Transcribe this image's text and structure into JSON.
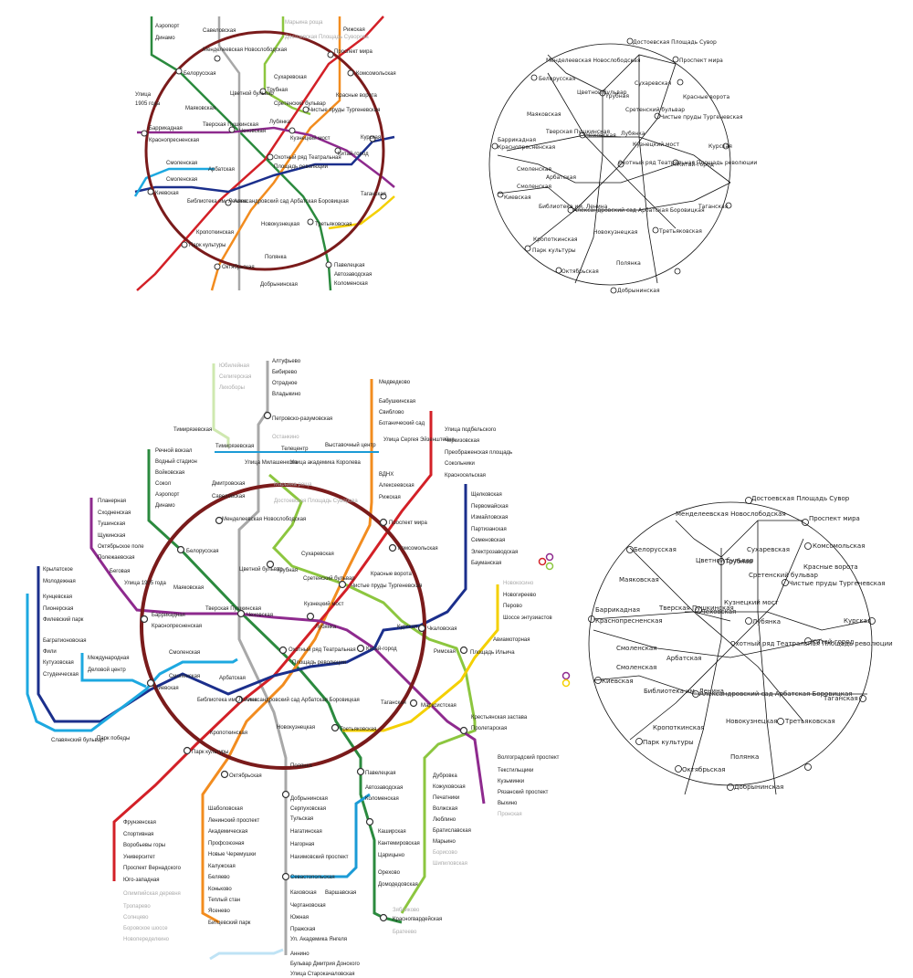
{
  "colors": {
    "ring": "#7a1b1b",
    "red": "#d32027",
    "green": "#2b8a3e",
    "blue": "#1b2f8c",
    "lightblue": "#1da8e0",
    "orange": "#f28c1f",
    "violet": "#8e2a8e",
    "yellow": "#f4d000",
    "gray": "#a8a8a8",
    "lightgreen": "#8cc63f",
    "teal": "#1b9bd6",
    "palegreen": "#cfe8b0",
    "paleblue": "#bfe3f5",
    "sketch": "#111111"
  },
  "icons": [
    "interchange-circle-icon",
    "rings-logo-icon"
  ],
  "top_left_map": {
    "labels": [
      "Аэропорт",
      "Динамо",
      "Савеловская",
      "Менделеевская Новослободская",
      "Марьина роща",
      "Достоевская Площадь Суворова",
      "Рижская",
      "Проспект мира",
      "Комсомольская",
      "Белорусская",
      "Сухаревская",
      "Цветной бульвар",
      "Трубная",
      "Маяковская",
      "Сретенский бульвар",
      "Красные ворота",
      "Чистые пруды Тургеневская",
      "Баррикадная",
      "Краснопресненская",
      "Тверская Пушкинская",
      "Чеховская",
      "Лубянка",
      "Кузнецкий мост",
      "Курская",
      "Китай-город",
      "Охотный ряд Театральная",
      "Площадь революции",
      "Смоленская",
      "Арбатская",
      "Смоленская",
      "Киевская",
      "Библиотека им. Ленина",
      "Александровский сад Арбатская Боровицкая",
      "Таганская",
      "Новокузнецкая",
      "Третьяковская",
      "Кропоткинская",
      "Парк культуры",
      "Октябрьская",
      "Полянка",
      "Павелецкая",
      "Автозаводская",
      "Коломенская",
      "Добрынинская",
      "1905 года",
      "Улица"
    ]
  },
  "top_right_sketch": {
    "labels": [
      "Достоевская Площадь Сувор",
      "Проспект мира",
      "Менделеевская Новослободская",
      "Белорусская",
      "Сухаревская",
      "Цветной бульвар",
      "Трубная",
      "Сретенский бульвар",
      "Красные ворота",
      "Чистые пруды Тургеневская",
      "Маяковская",
      "Тверская Пушкинская",
      "Чеховская",
      "Лубянка",
      "Кузнецкий мост",
      "Курская",
      "Баррикадная",
      "Краснопресненская",
      "Охотный ряд Театральная Площадь революции",
      "Китай-город",
      "Смоленская",
      "Арбатская",
      "Смоленская",
      "Киевская",
      "Библиотека им. Ленина",
      "Александровский сад Арбатская Боровицкая",
      "Таганская",
      "Кропоткинская",
      "Новокузнецкая",
      "Третьяковская",
      "Парк культуры",
      "Полянка",
      "Октябрьская",
      "Добрынинская"
    ]
  },
  "main_map": {
    "north": [
      "Юбилейная",
      "Селигерская",
      "Лихоборы",
      "Алтуфьево",
      "Бибирево",
      "Отрадное",
      "Владыкино",
      "Медведково",
      "Бабушкинская",
      "Свиблово",
      "Ботанический сад",
      "Тимирязевская",
      "Петровско-разумовская",
      "Останкино",
      "Выставочный центр",
      "Улица подбельского",
      "Черкизовская",
      "Преображенская площадь",
      "Сокольники",
      "Красносельская",
      "Речной вокзал",
      "Водный стадион",
      "Войковская",
      "Сокол",
      "Аэропорт",
      "Динамо",
      "Тимирязевская",
      "Телецентр",
      "Улица Милашенкова",
      "Улица академика Королева",
      "Улица Сергея Эйзенштейна",
      "ВДНХ",
      "Алексеевская",
      "Рижская",
      "Дмитровская",
      "Савеловская",
      "Марьина роща",
      "Достоевская Площадь Суворова"
    ],
    "west": [
      "Планерная",
      "Сходненская",
      "Тушинская",
      "Щукинская",
      "Октябрьское поле",
      "Полежаевская",
      "Беговая",
      "Улица 1905 года",
      "Крылатское",
      "Молодежная",
      "Кунцевская",
      "Пионерская",
      "Филевский парк",
      "Багратионовская",
      "Фили",
      "Кутузовская",
      "Студенческая",
      "Международная",
      "Деловой центр",
      "Славянский бульвар",
      "Парк победы"
    ],
    "east": [
      "Щелковская",
      "Первомайская",
      "Измайловская",
      "Партизанская",
      "Семеновская",
      "Электрозаводская",
      "Бауманская",
      "Новокосино",
      "Новогиреево",
      "Перово",
      "Шоссе энтузиастов",
      "Авиамоторная",
      "Площадь Ильича",
      "Римская",
      "Крестьянская застава",
      "Пролетарская",
      "Волгоградский проспект",
      "Текстильщики",
      "Кузьминки",
      "Рязанский проспект",
      "Выхино",
      "Пронская",
      "Дубровка",
      "Кожуховская",
      "Печатники",
      "Волжская",
      "Люблино",
      "Братиславская",
      "Марьино",
      "Борисово",
      "Шипиловская",
      "Зябликово",
      "Красногвардейская",
      "Братеево"
    ],
    "center": [
      "Менделеевская Новослободская",
      "Проспект мира",
      "Комсомольская",
      "Белорусская",
      "Сухаревская",
      "Цветной бульвар",
      "Трубная",
      "Маяковская",
      "Сретенский бульвар",
      "Красные ворота",
      "Чистые пруды Тургеневская",
      "Баррикадная",
      "Краснопресненская",
      "Тверская Пушкинская",
      "Чеховская",
      "Кузнецкий мост",
      "Лубянка",
      "Курская",
      "Чкаловская",
      "Охотный ряд Театральная",
      "Площадь революции",
      "Китай-город",
      "Смоленская",
      "Арбатская",
      "Смоленская",
      "Киевская",
      "Библиотека им. Ленина",
      "Александровский сад Арбатская Боровицкая",
      "Таганская",
      "Марксистская",
      "Новокузнецкая",
      "Третьяковская",
      "Кропоткинская",
      "Парк культуры",
      "Октябрьская",
      "Полянка",
      "Добрынинская",
      "Серпуховская",
      "Павелецкая",
      "Автозаводская",
      "Коломенская"
    ],
    "south": [
      "Фрунзенская",
      "Спортивная",
      "Воробьевы горы",
      "Университет",
      "Проспект Вернадского",
      "Юго-западная",
      "Олимпийская деревня",
      "Тропарево",
      "Солнцево",
      "Боровское шоссе",
      "Новопеределкино",
      "Шаболовская",
      "Ленинский проспект",
      "Академическая",
      "Профсоюзная",
      "Новые Черемушки",
      "Калужская",
      "Беляево",
      "Коньково",
      "Теплый стан",
      "Ясенево",
      "Битцевский парк",
      "Тульская",
      "Нагатинская",
      "Нагорная",
      "Нахимовский проспект",
      "Севастопольская",
      "Каховская",
      "Чертановская",
      "Южная",
      "Пражская",
      "Ул. Академика Янгеля",
      "Аннино",
      "Бульвар Дмитрия Донского",
      "Улица Старокачаловская",
      "Варшавская",
      "Каширская",
      "Кантемировская",
      "Царицыно",
      "Орехово",
      "Домодедовская"
    ]
  },
  "bottom_right_sketch": {
    "labels": [
      "Достоевская Площадь Сувор",
      "Менделеевская Новослободская",
      "Проспект мира",
      "Белорусская",
      "Сухаревская",
      "Цветной бульвар",
      "Трубная",
      "Комсомольская",
      "Красные ворота",
      "Маяковская",
      "Сретенский бульвар",
      "Чистые пруды Тургеневская",
      "Тверская Пушкинская",
      "Чеховская",
      "Кузнецкий мост",
      "Курская",
      "Баррикадная",
      "Краснопресненская",
      "Лубянка",
      "Охотный ряд Театральная Площадь революции",
      "Китай-город",
      "Смоленская",
      "Арбатская",
      "Смоленская",
      "Киевская",
      "Библиотека им. Ленина",
      "Александровский сад Арбатская Боровицкая",
      "Таганская",
      "Кропоткинская",
      "Новокузнецкая",
      "Третьяковская",
      "Парк культуры",
      "Полянка",
      "Октябрьская",
      "Добрынинская"
    ]
  }
}
